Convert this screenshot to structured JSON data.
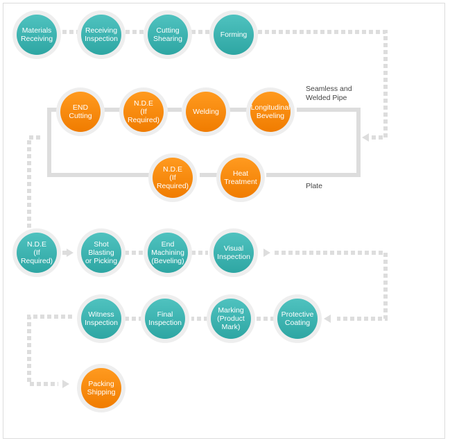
{
  "nodes": {
    "materials_receiving": "Materials\nReceiving",
    "receiving_inspection": "Receiving\nInspection",
    "cutting_shearing": "Cutting\nShearing",
    "forming": "Forming",
    "end_cutting": "END\nCutting",
    "nde_1": "N.D.E\n(If Required)",
    "welding": "Welding",
    "longitudinal_beveling": "Longitudinal\nBeveling",
    "nde_2": "N.D.E\n(If Required)",
    "heat_treatment": "Heat\nTreatment",
    "nde_3": "N.D.E\n(If Required)",
    "shot_blasting": "Shot\nBlasting\nor Picking",
    "end_machining": "End\nMachining\n(Beveling)",
    "visual_inspection": "Visual\nInspection",
    "witness_inspection": "Witness\nInspection",
    "final_inspection": "Final\nInspection",
    "marking": "Marking\n(Product\nMark)",
    "protective_coating": "Protective\nCoating",
    "packing_shipping": "Packing\nShipping"
  },
  "labels": {
    "seamless_welded_pipe": "Seamless and\nWelded Pipe",
    "plate": "Plate"
  },
  "colors": {
    "teal": "#35b0ad",
    "orange": "#f5870f",
    "connector": "#dddddd",
    "node_halo": "#eeeeee"
  }
}
